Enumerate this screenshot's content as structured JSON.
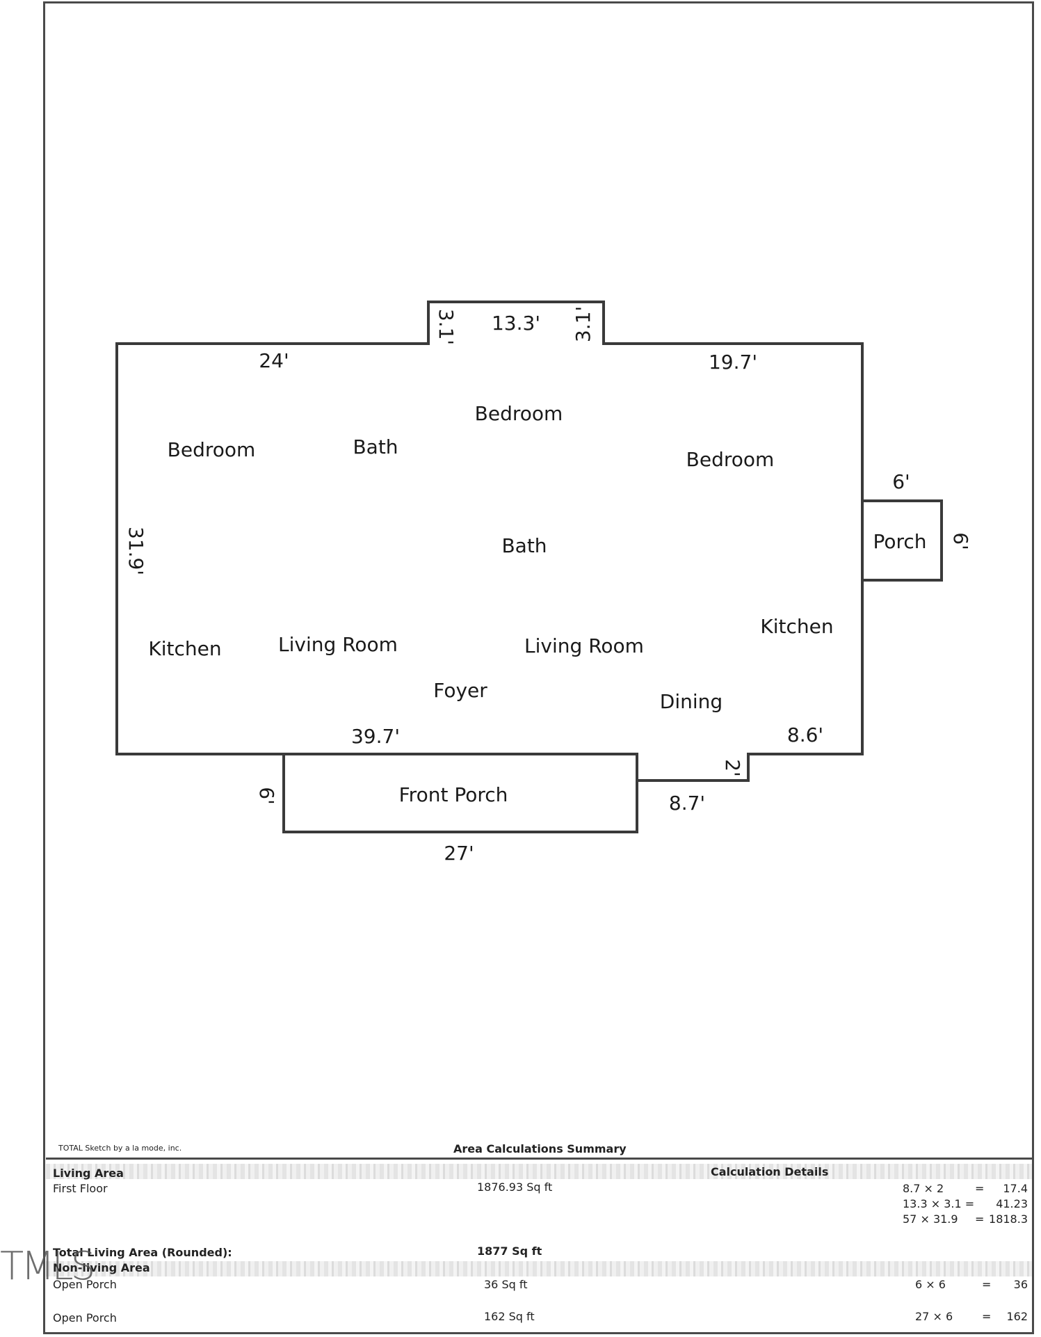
{
  "rooms": {
    "bedroom_nw": "Bedroom",
    "bath_n": "Bath",
    "bedroom_n": "Bedroom",
    "bedroom_ne": "Bedroom",
    "bath_center": "Bath",
    "porch_side": "Porch",
    "kitchen_w": "Kitchen",
    "living_w": "Living Room",
    "living_e": "Living Room",
    "kitchen_e": "Kitchen",
    "foyer": "Foyer",
    "dining": "Dining",
    "front_porch": "Front Porch"
  },
  "dimensions": {
    "top_left": "24'",
    "bump_left": "3.1'",
    "bump_top": "13.3'",
    "bump_right": "3.1'",
    "top_right": "19.7'",
    "left_side": "31.9'",
    "porch_top": "6'",
    "porch_side": "6'",
    "bottom_middle": "39.7'",
    "bottom_right": "8.6'",
    "notch_side": "2'",
    "notch_bottom": "8.7'",
    "front_porch_side": "6'",
    "front_porch_bottom": "27'"
  },
  "summary": {
    "software": "TOTAL Sketch by a la mode, inc.",
    "title": "Area Calculations Summary",
    "living_header": "Living Area",
    "calc_header": "Calculation Details",
    "first_floor_label": "First Floor",
    "first_floor_area": "1876.93 Sq ft",
    "total_label": "Total Living Area (Rounded):",
    "total_value": "1877 Sq ft",
    "nonliving_header": "Non-living Area",
    "rows": [
      {
        "label": "Open Porch",
        "area": "36 Sq ft"
      },
      {
        "label": "Open Porch",
        "area": "162 Sq ft"
      }
    ],
    "calcs": [
      {
        "expr": "8.7 × 2",
        "eq": "=",
        "result": "17.4"
      },
      {
        "expr": "13.3 × 3.1 =",
        "eq": "",
        "result": "41.23"
      },
      {
        "expr": "57 × 31.9",
        "eq": "=",
        "result": "1818.3"
      },
      {
        "expr": "6 × 6",
        "eq": "=",
        "result": "36"
      },
      {
        "expr": "27 × 6",
        "eq": "=",
        "result": "162"
      }
    ]
  },
  "watermark": "TMLS"
}
